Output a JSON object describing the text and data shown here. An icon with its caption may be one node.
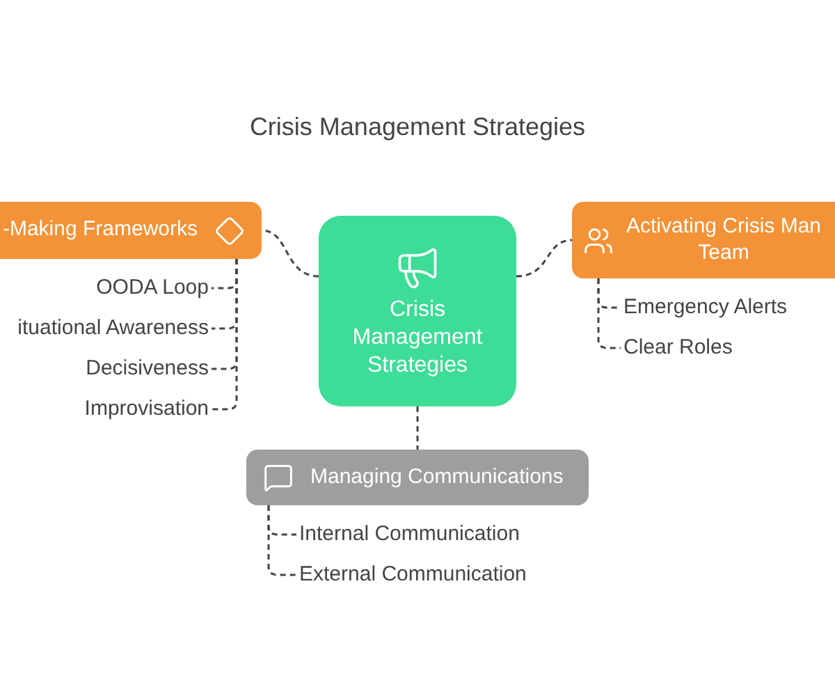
{
  "diagram": {
    "title": "Crisis Management Strategies",
    "nodes": [
      {
        "text": [
          "Crisis Management Strategies"
        ]
      },
      {
        "text": [
          "-Making Frameworks"
        ]
      },
      {
        "text": [
          "OODA Loop"
        ]
      },
      {
        "text": [
          "ituational Awareness"
        ]
      },
      {
        "text": [
          "Decisiveness"
        ]
      },
      {
        "text": [
          "Improvisation"
        ]
      },
      {
        "text": [
          "Activating Crisis Man Team"
        ]
      },
      {
        "text": [
          "Emergency Alerts"
        ]
      },
      {
        "text": [
          "Clear Roles"
        ]
      },
      {
        "text": [
          "Managing Communications"
        ]
      },
      {
        "text": [
          "Internal Communication"
        ]
      },
      {
        "text": [
          "External Communication"
        ]
      }
    ],
    "edges": [
      {
        "from": 0,
        "to": 1,
        "arrow": "none",
        "style": "dashed"
      },
      {
        "from": 1,
        "to": 2,
        "arrow": "none",
        "style": "dashed"
      },
      {
        "from": 1,
        "to": 3,
        "arrow": "none",
        "style": "dashed"
      },
      {
        "from": 1,
        "to": 4,
        "arrow": "none",
        "style": "dashed"
      },
      {
        "from": 1,
        "to": 5,
        "arrow": "none",
        "style": "dashed"
      },
      {
        "from": 0,
        "to": 6,
        "arrow": "none",
        "style": "dashed"
      },
      {
        "from": 6,
        "to": 7,
        "arrow": "none",
        "style": "dashed"
      },
      {
        "from": 6,
        "to": 8,
        "arrow": "none",
        "style": "dashed"
      },
      {
        "from": 0,
        "to": 9,
        "arrow": "none",
        "style": "dashed"
      },
      {
        "from": 9,
        "to": 10,
        "arrow": "none",
        "style": "dashed"
      },
      {
        "from": 9,
        "to": 11,
        "arrow": "none",
        "style": "dashed"
      }
    ]
  }
}
